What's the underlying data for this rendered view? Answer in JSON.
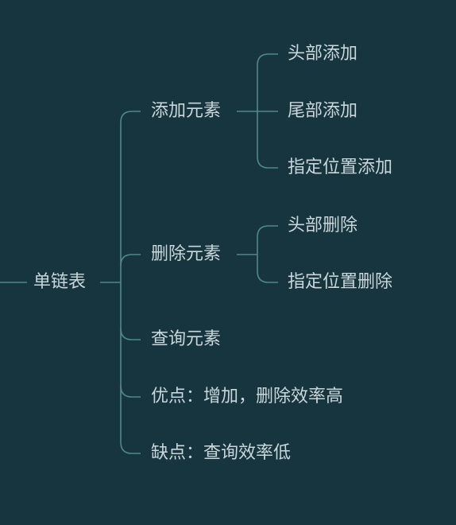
{
  "mindmap": {
    "root": "单链表",
    "branches": {
      "add": {
        "label": "添加元素",
        "children": [
          "头部添加",
          "尾部添加",
          "指定位置添加"
        ]
      },
      "delete": {
        "label": "删除元素",
        "children": [
          "头部删除",
          "指定位置删除"
        ]
      },
      "query": {
        "label": "查询元素"
      },
      "pros": {
        "label": "优点：增加，删除效率高"
      },
      "cons": {
        "label": "缺点：查询效率低"
      }
    }
  },
  "colors": {
    "background": "#17353f",
    "line": "#4f8a86",
    "text": "#c9d6da"
  }
}
